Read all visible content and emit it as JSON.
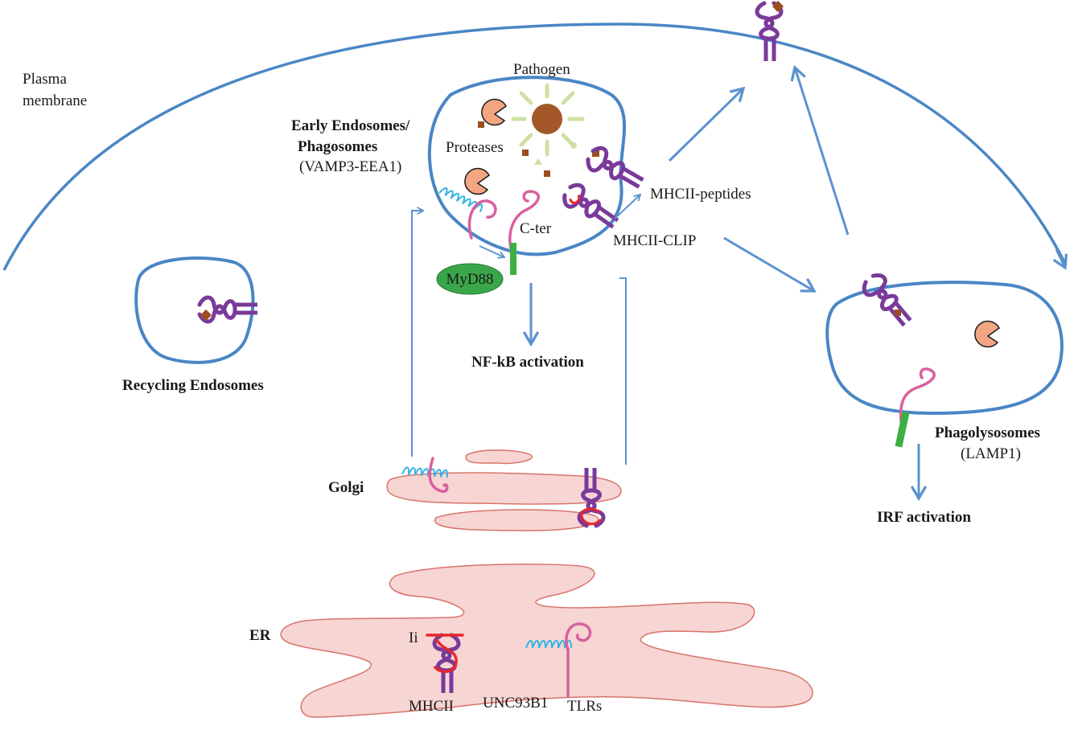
{
  "labels": {
    "plasma_membrane_line1": "Plasma",
    "plasma_membrane_line2": "membrane",
    "pathogen": "Pathogen",
    "early_endosomes_line1": "Early Endosomes/",
    "early_endosomes_line2": "Phagosomes",
    "early_endosomes_line3": "(VAMP3-EEA1)",
    "proteases": "Proteases",
    "c_ter": "C-ter",
    "myd88": "MyD88",
    "mhcii_peptides": "MHCII-peptides",
    "mhcii_clip": "MHCII-CLIP",
    "nfkb_activation": "NF-kB activation",
    "recycling_endosomes": "Recycling Endosomes",
    "phagolysosomes": "Phagolysosomes",
    "lamp1": "(LAMP1)",
    "irf_activation": "IRF activation",
    "golgi": "Golgi",
    "er": "ER",
    "ii": "Ii",
    "mhcii": "MHCII",
    "unc93b1": "UNC93B1",
    "tlrs": "TLRs"
  },
  "colors": {
    "membrane_blue": "#4a86c5",
    "arrow_blue": "#5b93cf",
    "organelle_fill": "#f6d5d3",
    "organelle_stroke": "#d9736b",
    "mhc_purple": "#7a3a9a",
    "clip_red": "#e8262b",
    "tlr_pink": "#d8609e",
    "unc93b1_cyan": "#34b4e6",
    "myd88_green": "#3aa64a",
    "tir_green": "#3cb043",
    "pathogen_brown": "#a4582a",
    "pathogen_spike": "#cfe0a6",
    "protease_orange": "#f4a582",
    "peptide_brown": "#9c4e1e"
  }
}
